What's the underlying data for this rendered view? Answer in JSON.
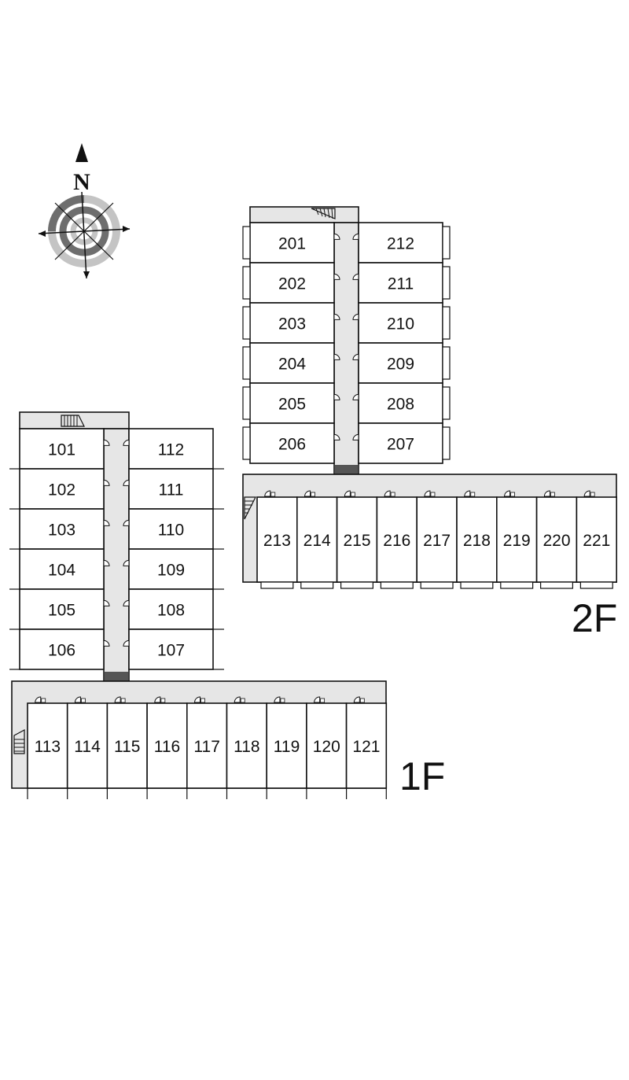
{
  "compass": {
    "north_label": "N"
  },
  "floors": [
    {
      "id": "2F",
      "label": "2F",
      "west_column": [
        "201",
        "202",
        "203",
        "204",
        "205",
        "206"
      ],
      "east_column": [
        "212",
        "211",
        "210",
        "209",
        "208",
        "207"
      ],
      "south_row": [
        "213",
        "214",
        "215",
        "216",
        "217",
        "218",
        "219",
        "220",
        "221"
      ]
    },
    {
      "id": "1F",
      "label": "1F",
      "west_column": [
        "101",
        "102",
        "103",
        "104",
        "105",
        "106"
      ],
      "east_column": [
        "112",
        "111",
        "110",
        "109",
        "108",
        "107"
      ],
      "south_row": [
        "113",
        "114",
        "115",
        "116",
        "117",
        "118",
        "119",
        "120",
        "121"
      ]
    }
  ],
  "colors": {
    "corridor": "#e6e6e6",
    "wall": "#111111",
    "room": "#ffffff",
    "compass_ring_light": "#c4c4c4",
    "compass_ring_dark": "#6e6e6e"
  }
}
